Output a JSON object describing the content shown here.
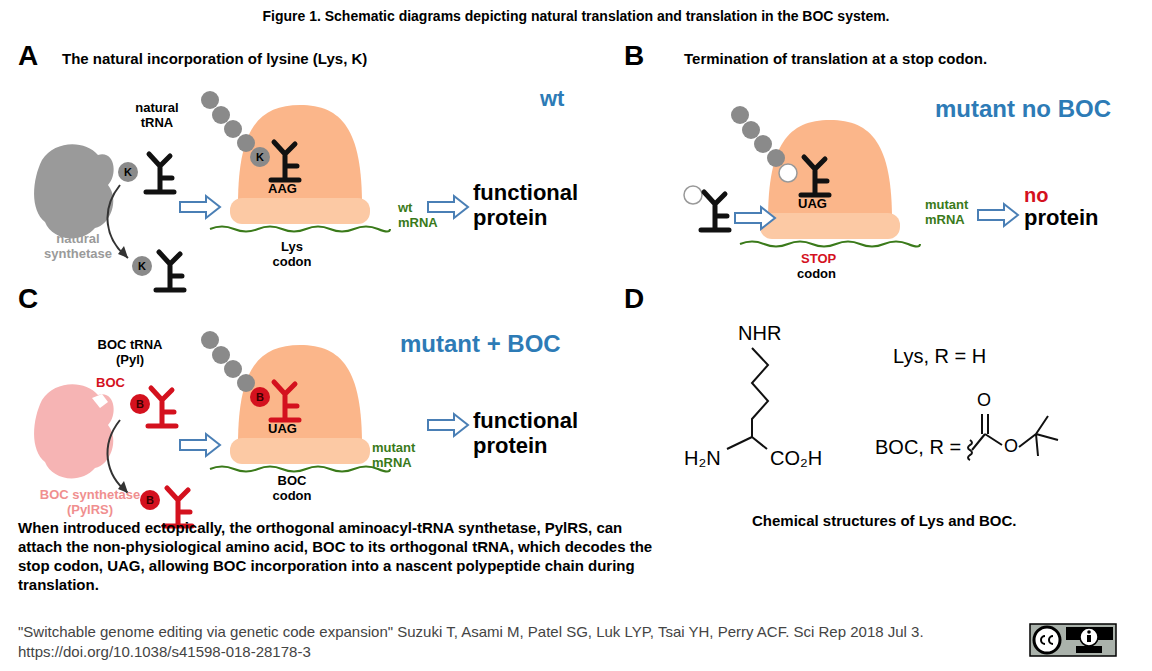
{
  "diagram": {
    "title": "Figure 1. Schematic diagrams depicting natural translation and translation in the BOC system.",
    "nodes": [
      {
        "text": [
          "K"
        ]
      },
      {
        "text": [
          "K"
        ]
      },
      {
        "text": [
          "K"
        ]
      },
      {
        "text": [
          "B"
        ]
      },
      {
        "text": [
          "B"
        ]
      },
      {
        "text": [
          "B"
        ]
      }
    ],
    "labels": [
      "A",
      "The natural incorporation of lysine (Lys, K)",
      "B",
      "Termination of translation at a stop codon.",
      "natural tRNA",
      "wt",
      "AAG",
      "wt mRNA",
      "Lys codon",
      "natural synthetase",
      "functional protein",
      "mutant no BOC",
      "UAG",
      "mutant mRNA",
      "STOP",
      "codon",
      "no",
      "protein",
      "C",
      "mutant + BOC",
      "BOC tRNA (Pyl)",
      "BOC",
      "BOC synthetase (PylRS)",
      "UAG",
      "mutant mRNA",
      "BOC codon",
      "functional protein",
      "When introduced ectopically, the orthogonal aminoacyl-tRNA synthetase, PylRS, can attach the non-physiological amino acid, BOC to its orthogonal tRNA, which decodes the stop codon, UAG, allowing BOC incorporation into a nascent polypeptide chain during translation.",
      "D",
      "NHR",
      "Lys, R = H",
      "O",
      "BOC, R =",
      "O",
      "H₂N",
      "CO₂H",
      "Chemical structures of Lys and BOC.",
      "\"Switchable genome editing via genetic code expansion\" Suzuki T, Asami M, Patel SG, Luk LYP, Tsai YH, Perry ACF. Sci Rep 2018 Jul 3. https://doi.org/10.1038/s41598-018-28178-3"
    ]
  }
}
